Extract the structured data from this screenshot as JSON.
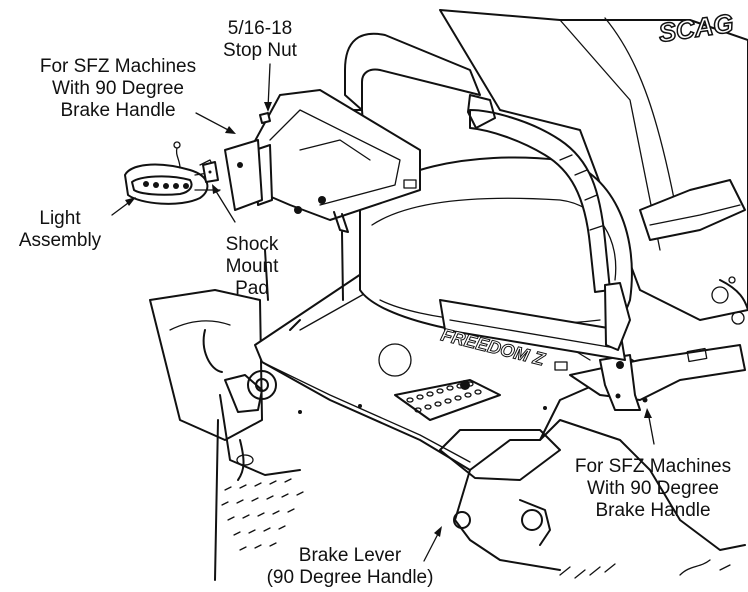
{
  "callouts": {
    "stop_nut": [
      "5/16-18",
      "Stop Nut"
    ],
    "sfz_top": [
      "For SFZ Machines",
      "With 90 Degree",
      "Brake Handle"
    ],
    "light_assembly": [
      "Light",
      "Assembly"
    ],
    "shock_mount_pad": [
      "Shock",
      "Mount",
      "Pad"
    ],
    "sfz_right": [
      "For SFZ Machines",
      "With 90 Degree",
      "Brake Handle"
    ],
    "brake_lever": [
      "Brake Lever",
      "(90 Degree Handle)"
    ]
  },
  "seat_logo": "SCAG",
  "panel_logo": "FREEDOM Z"
}
